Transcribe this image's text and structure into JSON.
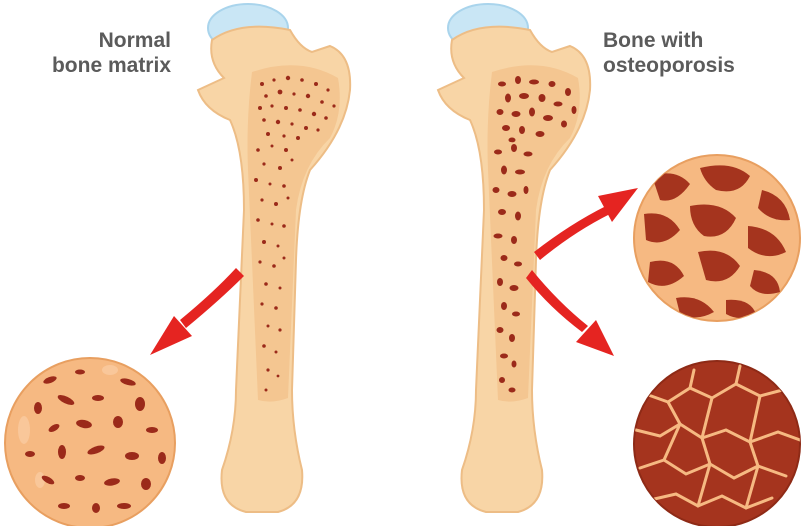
{
  "labels": {
    "normal": [
      "Normal",
      "bone matrix"
    ],
    "osteoporosis": [
      "Bone with",
      "osteoporosis"
    ]
  },
  "colors": {
    "bone_outer": "#f8d5a6",
    "bone_inner": "#f3c088",
    "bone_stroke": "#e8b27a",
    "pore": "#9b2a1a",
    "pore_light": "#f2a469",
    "dense_matrix": "#a5341e",
    "cartilage": "#c9e6f5",
    "arrow": "#e52421",
    "text": "#5b5b5b"
  },
  "icons": [
    "red-arrow-icon"
  ]
}
